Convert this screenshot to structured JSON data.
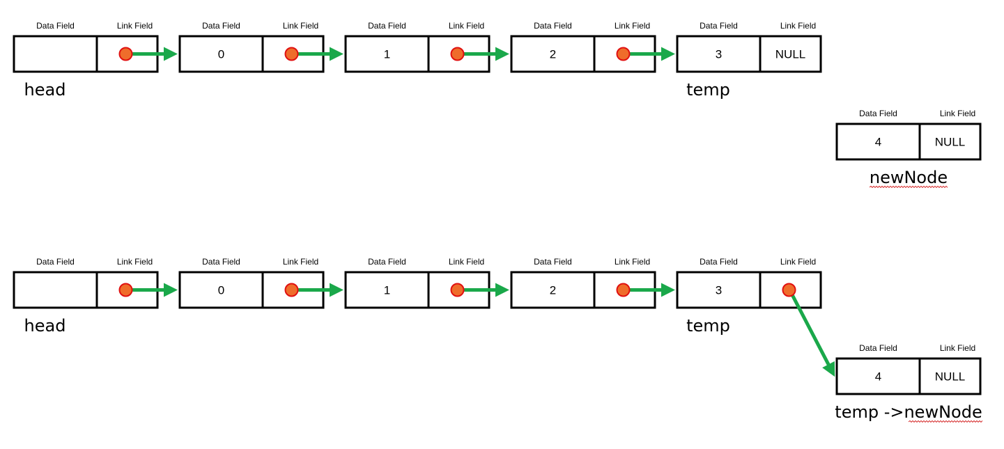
{
  "colors": {
    "box_border": "#000000",
    "pointer_dot_fill": "#ef6c2b",
    "pointer_dot_border": "#e01010",
    "arrow": "#1aa84a",
    "spellcheck_underline": "#d62a2a"
  },
  "captions": {
    "data_field": "Data Field",
    "link_field": "Link Field"
  },
  "stages": [
    {
      "id": "before",
      "nodes": [
        {
          "data": "",
          "link": "pointer",
          "label": "head"
        },
        {
          "data": "0",
          "link": "pointer",
          "label": ""
        },
        {
          "data": "1",
          "link": "pointer",
          "label": ""
        },
        {
          "data": "2",
          "link": "pointer",
          "label": ""
        },
        {
          "data": "3",
          "link": "NULL",
          "label": "temp"
        }
      ],
      "new_node": {
        "data": "4",
        "link": "NULL",
        "label": "newNode"
      },
      "new_node_linked": false
    },
    {
      "id": "after",
      "nodes": [
        {
          "data": "",
          "link": "pointer",
          "label": "head"
        },
        {
          "data": "0",
          "link": "pointer",
          "label": ""
        },
        {
          "data": "1",
          "link": "pointer",
          "label": ""
        },
        {
          "data": "2",
          "link": "pointer",
          "label": ""
        },
        {
          "data": "3",
          "link": "pointer",
          "label": "temp"
        }
      ],
      "new_node": {
        "data": "4",
        "link": "NULL",
        "label": "temp ->newNode"
      },
      "new_node_linked": true
    }
  ]
}
